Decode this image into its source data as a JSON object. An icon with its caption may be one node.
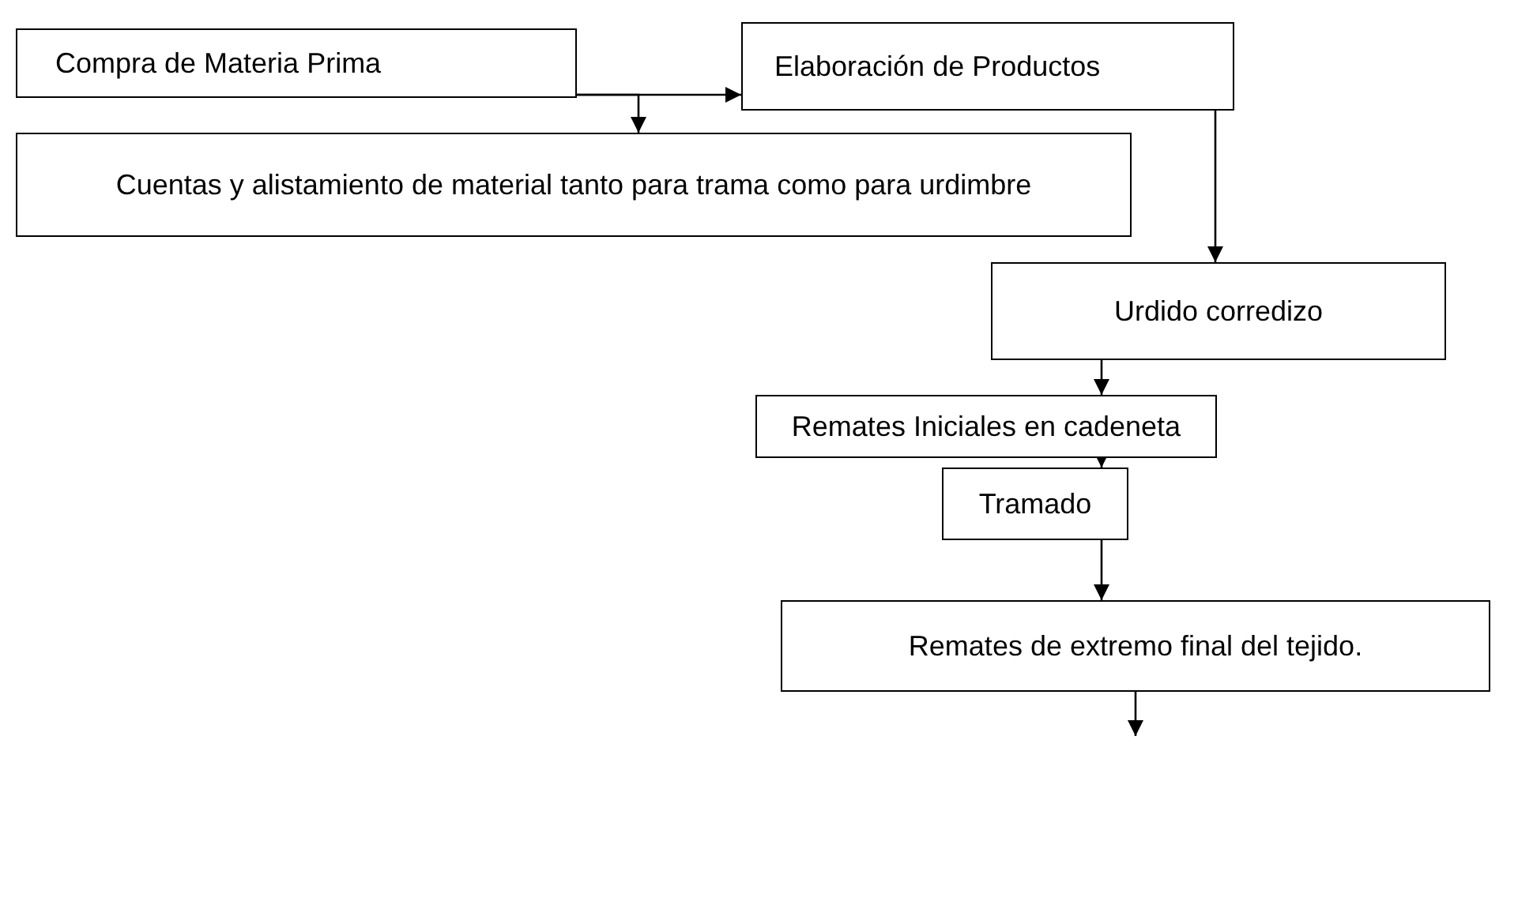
{
  "diagram": {
    "nodes": [
      {
        "text": [
          "Compra de Materia Prima"
        ]
      },
      {
        "text": [
          "Elaboración de Productos"
        ]
      },
      {
        "text": [
          "Cuentas y alistamiento de material tanto para trama como para urdimbre"
        ]
      },
      {
        "text": [
          "Urdido corredizo"
        ]
      },
      {
        "text": [
          "Remates Iniciales en cadeneta"
        ]
      },
      {
        "text": [
          "Tramado"
        ]
      },
      {
        "text": [
          "Remates de extremo final del tejido."
        ]
      }
    ],
    "edges": [
      {
        "from": 0,
        "to": 1,
        "arrow": "to"
      },
      {
        "from": 0,
        "to": 2,
        "arrow": "to"
      },
      {
        "from": 1,
        "to": 3,
        "arrow": "to"
      },
      {
        "from": 3,
        "to": 4,
        "arrow": "to"
      },
      {
        "from": 4,
        "to": 5,
        "arrow": "to"
      },
      {
        "from": 5,
        "to": 6,
        "arrow": "to"
      },
      {
        "from": 6,
        "to": null,
        "arrow": "to"
      }
    ]
  }
}
